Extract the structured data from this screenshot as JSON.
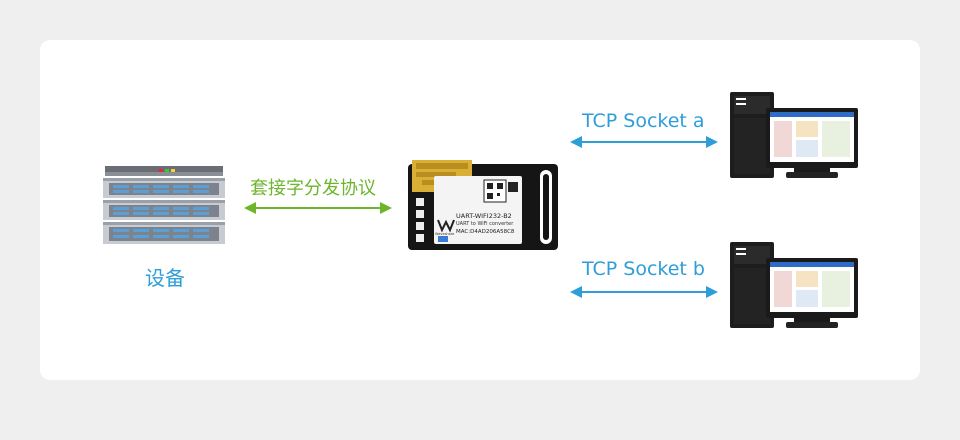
{
  "device": {
    "label": "设备",
    "icon": "server-rack-icon"
  },
  "protocol": {
    "label": "套接字分发协议",
    "color": "#6cb52d"
  },
  "module": {
    "model": "UART-WIFI232-B2",
    "subtitle": "UART to WiFi converter",
    "mac": "MAC:D4AD206A58C8",
    "brand": "Waveshare",
    "icon": "wifi-module-icon"
  },
  "connections": [
    {
      "label": "TCP Socket a",
      "icon": "computer-icon"
    },
    {
      "label": "TCP Socket b",
      "icon": "computer-icon"
    }
  ],
  "colors": {
    "green": "#6cb52d",
    "blue": "#2f9ed8",
    "panel": "#ffffff",
    "background": "#efefef"
  }
}
